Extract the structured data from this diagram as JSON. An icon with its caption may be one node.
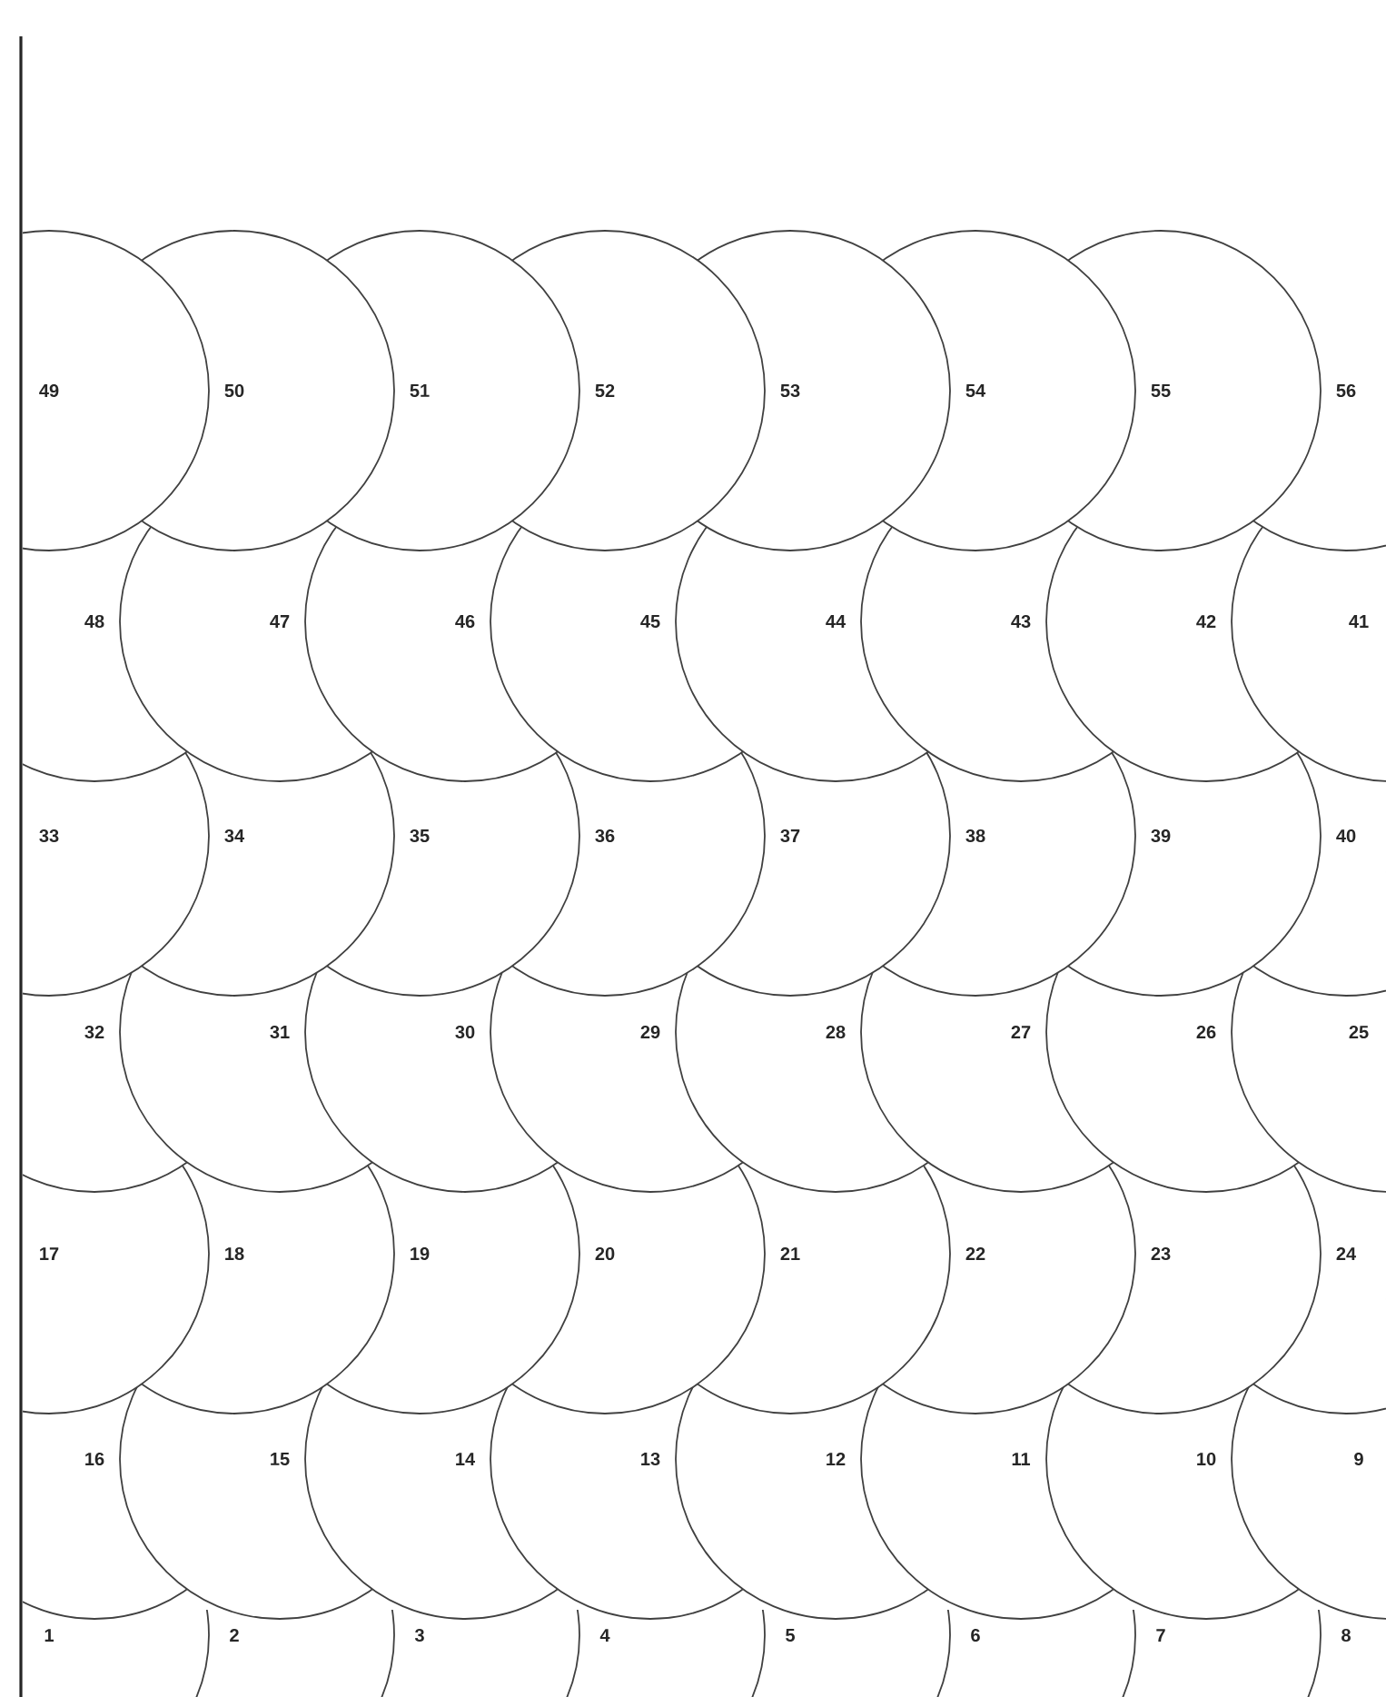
{
  "diagram": {
    "nodes": [
      {
        "text": [
          "49"
        ]
      },
      {
        "text": [
          "50"
        ]
      },
      {
        "text": [
          "51"
        ]
      },
      {
        "text": [
          "52"
        ]
      },
      {
        "text": [
          "53"
        ]
      },
      {
        "text": [
          "54"
        ]
      },
      {
        "text": [
          "55"
        ]
      },
      {
        "text": [
          "56"
        ]
      },
      {
        "text": [
          "48"
        ]
      },
      {
        "text": [
          "47"
        ]
      },
      {
        "text": [
          "46"
        ]
      },
      {
        "text": [
          "45"
        ]
      },
      {
        "text": [
          "44"
        ]
      },
      {
        "text": [
          "43"
        ]
      },
      {
        "text": [
          "42"
        ]
      },
      {
        "text": [
          "41"
        ]
      },
      {
        "text": [
          "33"
        ]
      },
      {
        "text": [
          "34"
        ]
      },
      {
        "text": [
          "35"
        ]
      },
      {
        "text": [
          "36"
        ]
      },
      {
        "text": [
          "37"
        ]
      },
      {
        "text": [
          "38"
        ]
      },
      {
        "text": [
          "39"
        ]
      },
      {
        "text": [
          "40"
        ]
      },
      {
        "text": [
          "32"
        ]
      },
      {
        "text": [
          "31"
        ]
      },
      {
        "text": [
          "30"
        ]
      },
      {
        "text": [
          "29"
        ]
      },
      {
        "text": [
          "28"
        ]
      },
      {
        "text": [
          "27"
        ]
      },
      {
        "text": [
          "26"
        ]
      },
      {
        "text": [
          "25"
        ]
      },
      {
        "text": [
          "17"
        ]
      },
      {
        "text": [
          "18"
        ]
      },
      {
        "text": [
          "19"
        ]
      },
      {
        "text": [
          "20"
        ]
      },
      {
        "text": [
          "21"
        ]
      },
      {
        "text": [
          "22"
        ]
      },
      {
        "text": [
          "23"
        ]
      },
      {
        "text": [
          "24"
        ]
      },
      {
        "text": [
          "16"
        ]
      },
      {
        "text": [
          "15"
        ]
      },
      {
        "text": [
          "14"
        ]
      },
      {
        "text": [
          "13"
        ]
      },
      {
        "text": [
          "12"
        ]
      },
      {
        "text": [
          "11"
        ]
      },
      {
        "text": [
          "10"
        ]
      },
      {
        "text": [
          "9"
        ]
      },
      {
        "text": [
          "1"
        ]
      },
      {
        "text": [
          "2"
        ]
      },
      {
        "text": [
          "3"
        ]
      },
      {
        "text": [
          "4"
        ]
      },
      {
        "text": [
          "5"
        ]
      },
      {
        "text": [
          "6"
        ]
      },
      {
        "text": [
          "7"
        ]
      },
      {
        "text": [
          "8"
        ]
      }
    ]
  }
}
